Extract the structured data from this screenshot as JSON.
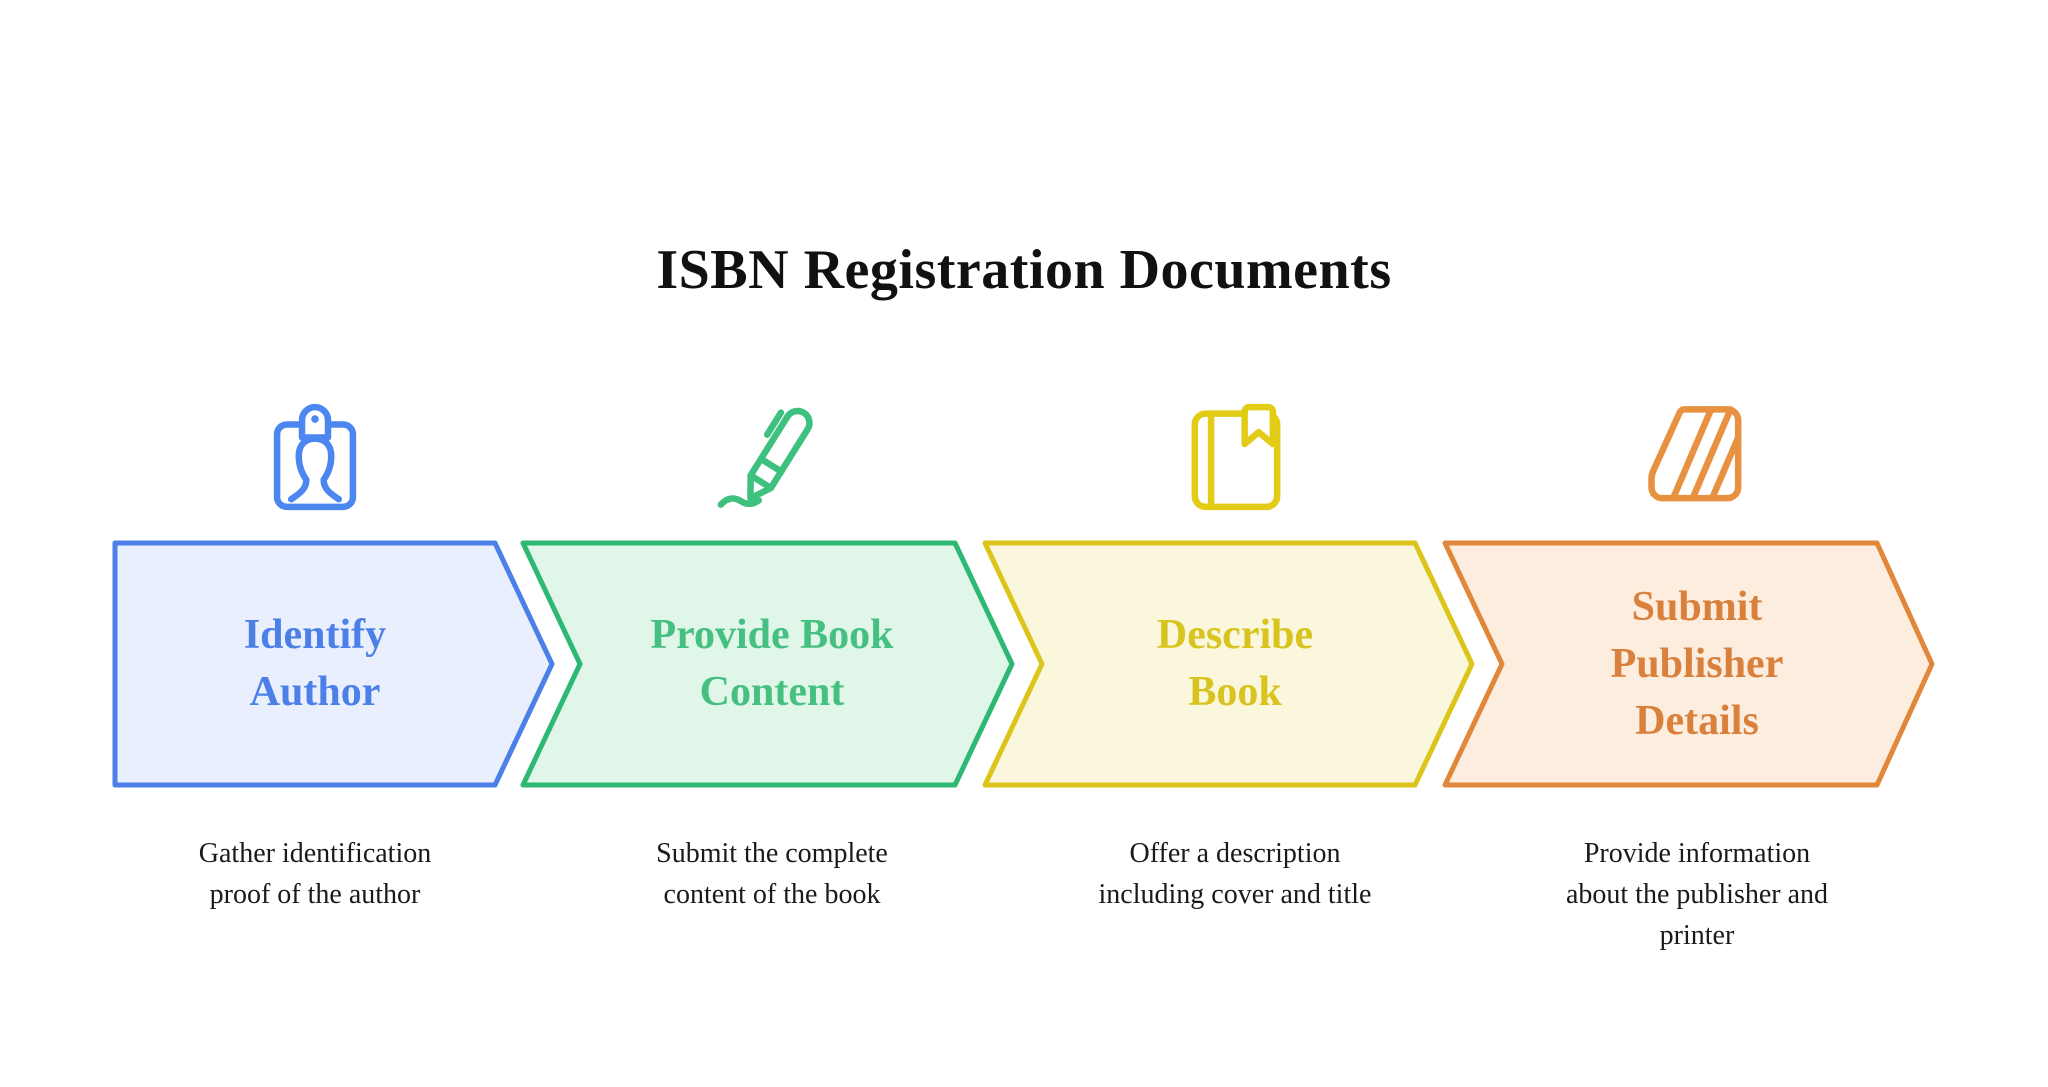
{
  "title": "ISBN Registration Documents",
  "steps": [
    {
      "label": "Identify Author",
      "description": "Gather identification proof of the author",
      "icon": "id-badge-icon",
      "colors": {
        "border": "#4C80E8",
        "fill": "#E9EFFC",
        "text": "#4C80E8",
        "icon": "#4C86F0"
      }
    },
    {
      "label": "Provide Book Content",
      "description": "Submit the complete content of the book",
      "icon": "pen-writing-icon",
      "colors": {
        "border": "#2DB873",
        "fill": "#DFF6E9",
        "text": "#46C080",
        "icon": "#3EC07E"
      }
    },
    {
      "label": "Describe Book",
      "description": "Offer a description including cover and title",
      "icon": "bookmarked-book-icon",
      "colors": {
        "border": "#DCC51B",
        "fill": "#FBF7DD",
        "text": "#D9C31F",
        "icon": "#E2CC15"
      }
    },
    {
      "label": "Submit Publisher Details",
      "description": "Provide information about the publisher and printer",
      "icon": "paper-stack-icon",
      "colors": {
        "border": "#E0873B",
        "fill": "#FCEDDE",
        "text": "#D8803C",
        "icon": "#E89140"
      }
    }
  ]
}
